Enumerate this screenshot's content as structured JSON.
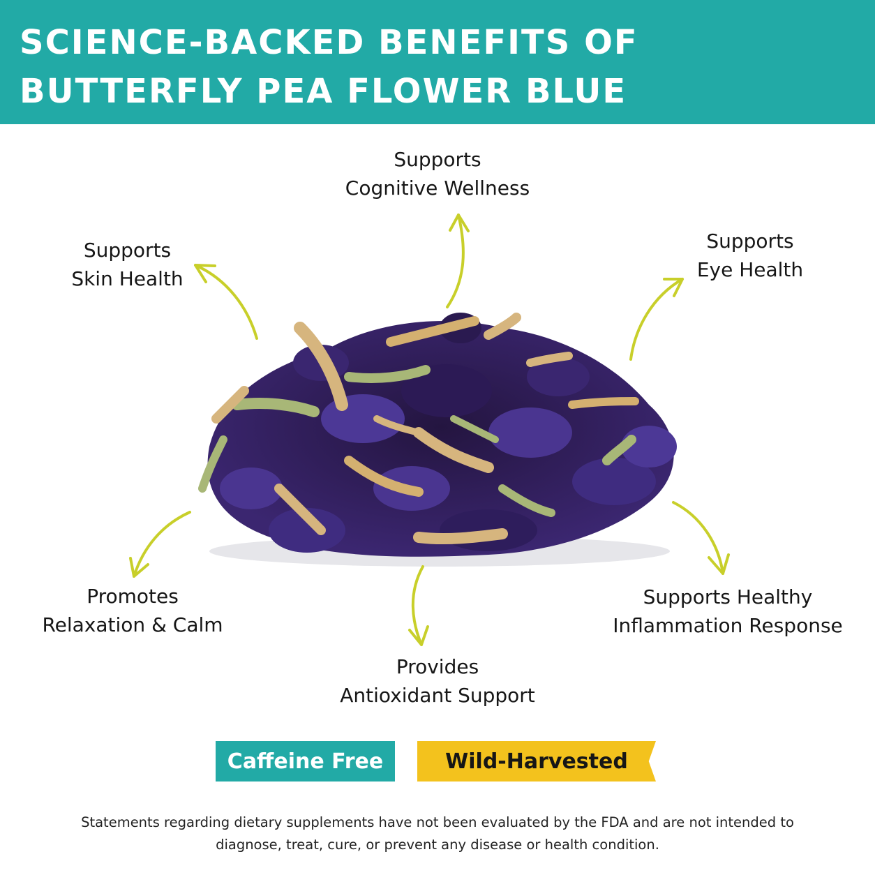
{
  "header": {
    "title_line1": "SCIENCE-BACKED BENEFITS OF",
    "title_line2": "BUTTERFLY PEA FLOWER BLUE"
  },
  "benefits": {
    "cognitive": {
      "line1": "Supports",
      "line2": "Cognitive Wellness"
    },
    "skin": {
      "line1": "Supports",
      "line2": "Skin Health"
    },
    "eye": {
      "line1": "Supports",
      "line2": "Eye Health"
    },
    "relaxation": {
      "line1": "Promotes",
      "line2": "Relaxation & Calm"
    },
    "inflammation": {
      "line1": "Supports Healthy",
      "line2": "Inflammation Response"
    },
    "antioxidant": {
      "line1": "Provides",
      "line2": "Antioxidant Support"
    }
  },
  "badges": {
    "caffeine_free": "Caffeine Free",
    "wild_harvested": "Wild-Harvested"
  },
  "disclaimer": {
    "line1": "Statements regarding dietary supplements have not been evaluated by the FDA and are not intended to",
    "line2": "diagnose, treat, cure, or prevent any disease or health condition."
  },
  "colors": {
    "teal": "#22aaa6",
    "yellow": "#f3c21d",
    "arrow": "#c8cf2a",
    "flower_purple": "#3a2466",
    "flower_tan": "#d6b57e",
    "flower_green": "#a8b777"
  }
}
